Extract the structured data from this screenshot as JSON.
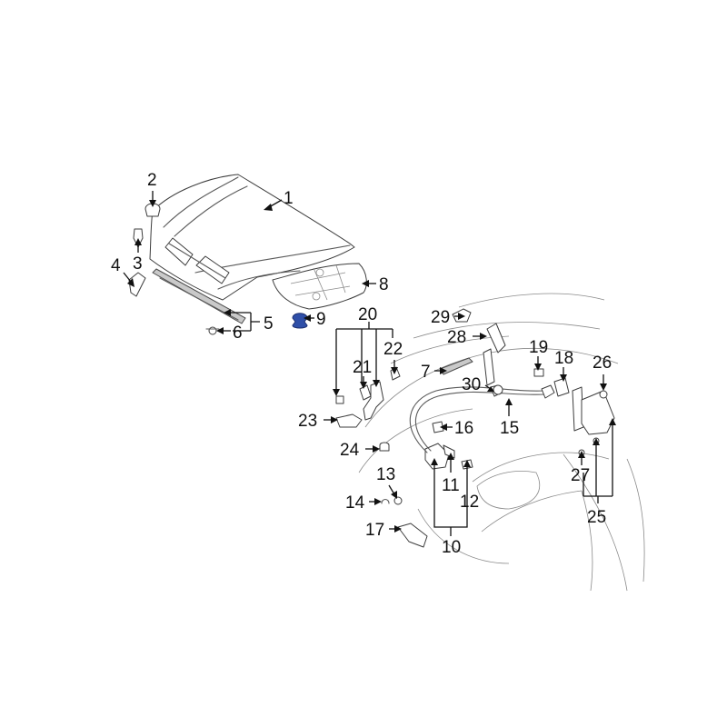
{
  "diagram": {
    "highlight_color": "#2f4fa8",
    "callouts": [
      "1",
      "2",
      "3",
      "4",
      "5",
      "6",
      "7",
      "8",
      "9",
      "10",
      "11",
      "12",
      "13",
      "14",
      "15",
      "16",
      "17",
      "18",
      "19",
      "20",
      "21",
      "22",
      "23",
      "24",
      "25",
      "26",
      "27",
      "28",
      "29",
      "30"
    ]
  }
}
